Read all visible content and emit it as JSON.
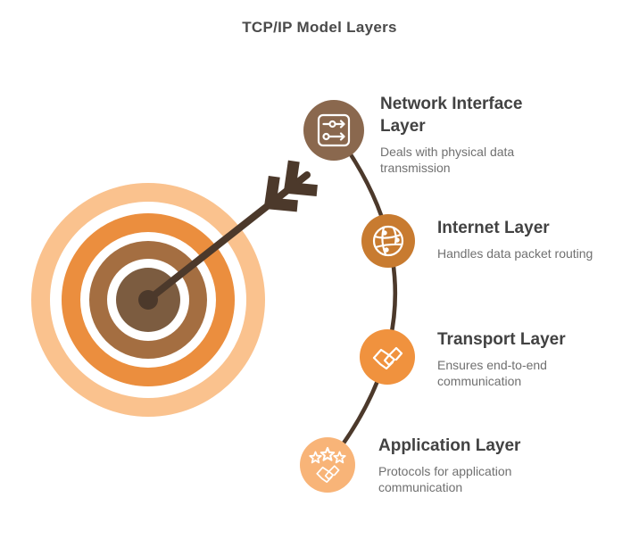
{
  "title": "TCP/IP Model Layers",
  "layers": [
    {
      "name": "Network Interface Layer",
      "description": "Deals with physical data transmission",
      "icon": "switch-flow-icon",
      "color": "#8a684e"
    },
    {
      "name": "Internet Layer",
      "description": "Handles data packet routing",
      "icon": "globe-network-icon",
      "color": "#c87b30"
    },
    {
      "name": "Transport Layer",
      "description": "Ensures end-to-end communication",
      "icon": "handshake-icon",
      "color": "#f0923e"
    },
    {
      "name": "Application Layer",
      "description": "Protocols for application communication",
      "icon": "stars-handshake-icon",
      "color": "#f8b478"
    }
  ],
  "illustration": {
    "name": "bullseye-target-with-arrow",
    "rings": [
      {
        "color": "#fac28e"
      },
      {
        "color": "#eb8e3e"
      },
      {
        "color": "#a46e41"
      },
      {
        "color": "#7c5c40"
      }
    ],
    "arrow_color": "#4c392b",
    "connector_color": "#4c392b",
    "icon_stroke_color": "#ffffff"
  },
  "text_colors": {
    "title": "#4a4a4a",
    "layer_title": "#424242",
    "layer_description": "#707070"
  }
}
